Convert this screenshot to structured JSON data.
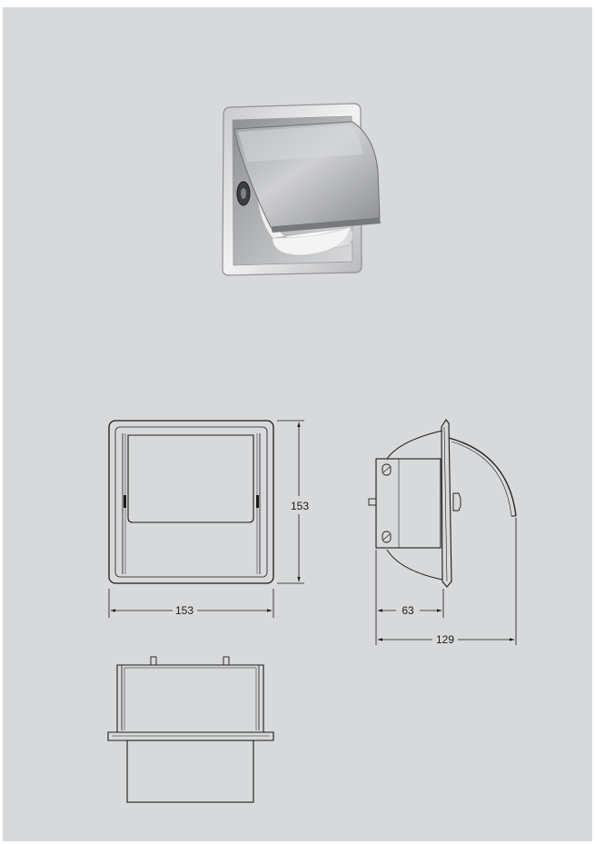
{
  "dimensions": {
    "front_width": "153",
    "front_height": "153",
    "side_depth": "63",
    "side_total": "129"
  },
  "colors": {
    "background": "#d8d9db",
    "line": "#1a1a1a",
    "steel_light": "#e6e7e8",
    "steel_dark": "#8e9094"
  }
}
